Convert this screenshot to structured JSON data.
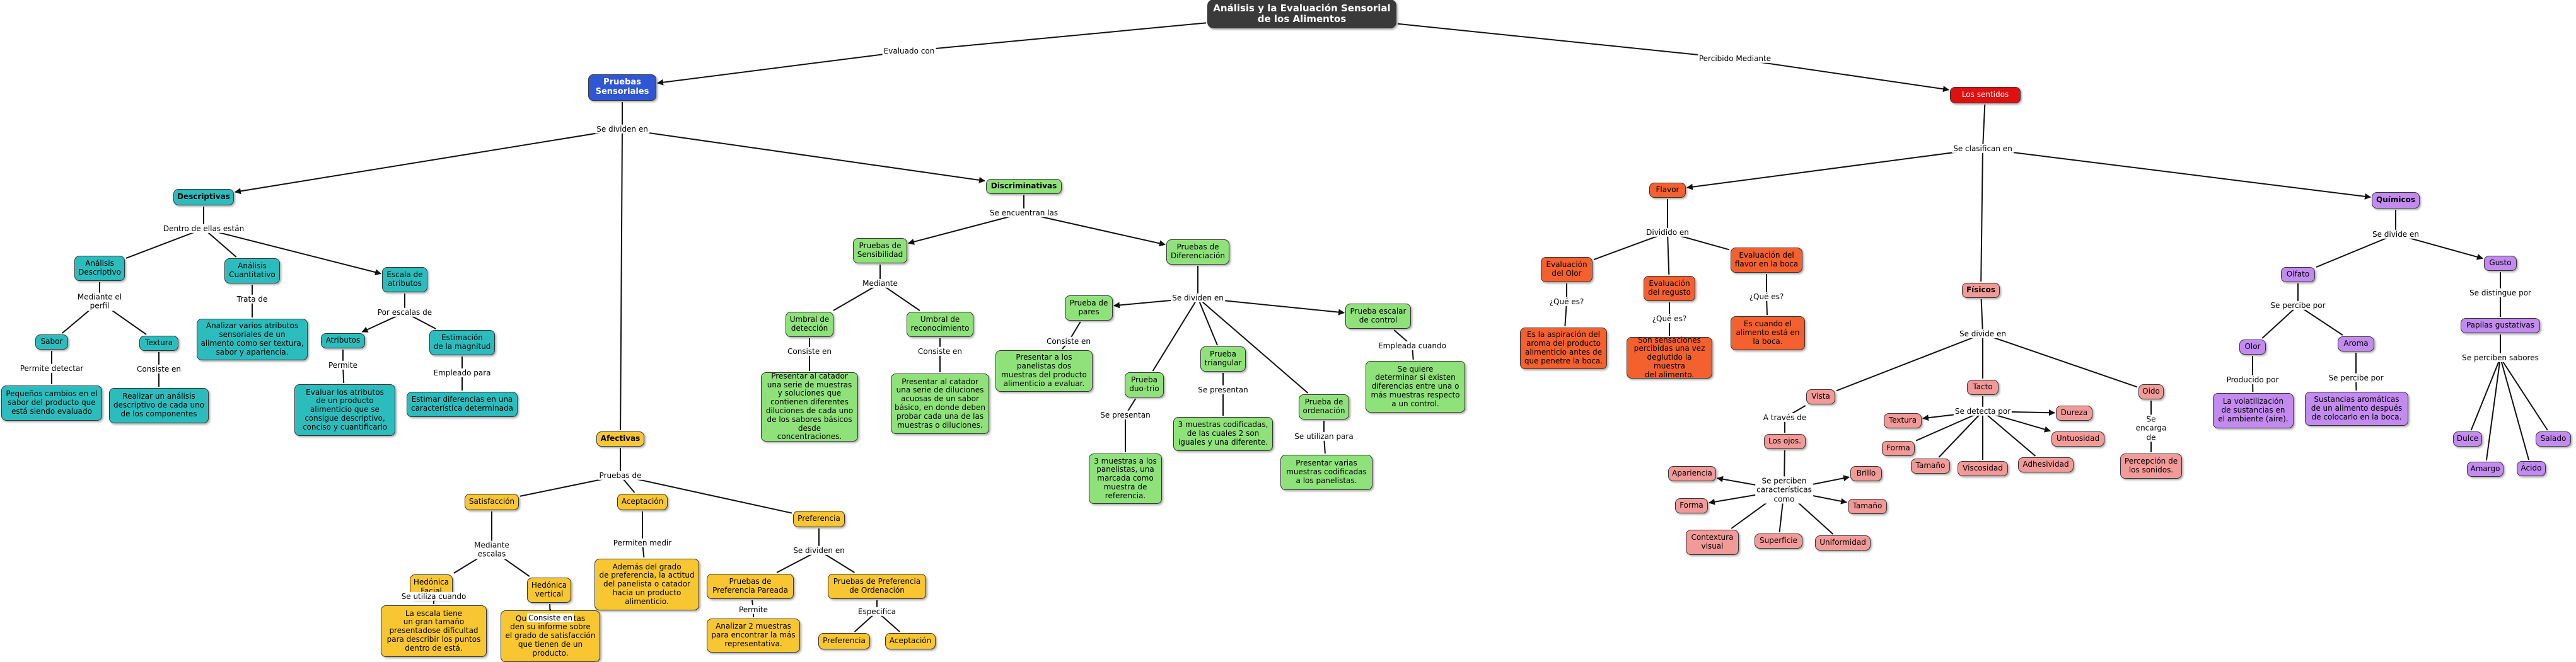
{
  "colors": {
    "root": "#3a3a3a",
    "sensoriales": "#2f56d4",
    "teal": "#2bbdbd",
    "green": "#8fe27a",
    "yellow": "#f7c630",
    "red": "#e01010",
    "orange": "#f4602e",
    "pink": "#f29a98",
    "purple": "#c38af0",
    "line": "#111111"
  },
  "nodes": {
    "root": "Análisis y la Evaluación Sensorial\nde los Alimentos",
    "pruebas_sensoriales": "Pruebas\nSensoriales",
    "los_sentidos": "Los sentidos",
    "descriptivas": "Descriptivas",
    "discriminativas": "Discriminativas",
    "afectivas": "Afectivas",
    "analisis_descriptivo": "Análisis\nDescriptivo",
    "analisis_cuantitativo": "Análisis\nCuantitativo",
    "escala_atributos": "Escala de\natributos",
    "sabor": "Sabor",
    "textura_desc": "Textura",
    "pequenos_cambios": "Pequeños cambios en el\nsabor del producto que\nestá siendo evaluado",
    "realizar_analisis": "Realizar un análisis\ndescriptivo de cada uno\nde los componentes",
    "analizar_varios": "Analizar varios atributos\nsensoriales de un\nalimento como ser textura,\nsabor y apariencia.",
    "atributos": "Atributos",
    "estimacion_magnitud": "Estimación\nde la magnitud",
    "evaluar_atributos": "Evaluar los atributos\nde un producto\nalimenticio que se\nconsigue descriptivo,\nconciso y cuantificarlo",
    "estimar_diferencias": "Estimar diferencias en una\ncaracterística determinada",
    "pruebas_sensibilidad": "Pruebas de\nSensibilidad",
    "pruebas_diferenciacion": "Pruebas de\nDiferenciación",
    "umbral_deteccion": "Umbral de\ndetección",
    "umbral_reconocimiento": "Umbral de\nreconocimiento",
    "presentar_catador_1": "Presentar al catador\nuna serie de muestras\ny soluciones que\ncontienen diferentes\ndiluciones de cada uno\nde los sabores básicos\ndesde concentraciones.",
    "presentar_catador_2": "Presentar al catador\nuna serie de diluciones\nacuosas de un sabor\nbásico, en donde deben\nprobar cada una de las\nmuestras o diluciones.",
    "prueba_pares": "Prueba de\npares",
    "prueba_duo_trio": "Prueba\nduo-trio",
    "prueba_triangular": "Prueba\ntriangular",
    "prueba_ordenacion": "Prueba de\nordenación",
    "prueba_escalar": "Prueba escalar\nde control",
    "presentar_panelistas": "Presentar a los\npanelistas dos\nmuestras del producto\nalimenticio a evaluar.",
    "tres_muestras_ref": "3 muestras a los\npanelistas, una\nmarcada como\nmuestra de\nreferencia.",
    "tres_muestras_cod": "3 muestras codificadas,\nde las cuales 2 son\niguales y una diferente.",
    "presentar_varias": "Presentar varias\nmuestras codificadas\na los panelistas.",
    "se_quiere": "Se quiere\ndeterminar si existen\ndiferencias entre una o\nmás muestras respecto\na un control.",
    "satisfaccion": "Satisfacción",
    "aceptacion": "Aceptación",
    "preferencia": "Preferencia",
    "hedonica_facial": "Hedónica\nFacial",
    "hedonica_vertical": "Hedónica\nvertical",
    "escala_tiene": "La escala tiene\nun gran tamaño\npresentadose dificultad\npara describir los puntos\ndentro de está.",
    "que_panelistas": "Que los panelistas\nden su informe sobre\nel grado de satisfacción\nque tienen de un\nproducto.",
    "ademas_grado": "Además del grado\nde preferencia, la actitud\ndel panelista o catador\nhacia un producto\nalimenticio.",
    "pref_pareada": "Pruebas de\nPreferencia Pareada",
    "pref_ordenacion": "Pruebas de Preferencia\nde Ordenación",
    "analizar_2": "Analizar 2 muestras\npara encontrar la más\nrepresentativa.",
    "preferencia_small": "Preferencia",
    "aceptacion_small": "Aceptación",
    "flavor": "Flavor",
    "fisicos": "Físicos",
    "quimicos": "Químicos",
    "eval_olor": "Evaluación\ndel Olor",
    "eval_regusto": "Evaluación\ndel regusto",
    "eval_flavor_boca": "Evaluación del\nflavor en la boca",
    "aspiracion": "Es la aspiración del\naroma del producto\nalimenticio antes de\nque penetre la boca.",
    "sensaciones": "Son sensaciones\npercibidas una vez\ndeglutido la muestra\ndel alimento.",
    "cuando_alimento": "Es cuando el\nalimento está en\nla boca.",
    "vista": "Vista",
    "tacto": "Tacto",
    "oido": "Oido",
    "los_ojos": "Los ojos.",
    "apariencia": "Apariencia",
    "forma_vista": "Forma",
    "contextura_visual": "Contextura\nvisual",
    "superficie": "Superficie",
    "uniformidad": "Uniformidad",
    "brillo": "Brillo",
    "tamano_vista": "Tamaño",
    "textura_tacto": "Textura",
    "forma_tacto": "Forma",
    "tamano_tacto": "Tamaño",
    "viscosidad": "Viscosidad",
    "adhesividad": "Adhesividad",
    "untuosidad": "Untuosidad",
    "dureza": "Dureza",
    "percepcion_sonidos": "Percepción de\nlos sonidos.",
    "olfato": "Olfato",
    "gusto": "Gusto",
    "olor": "Olor",
    "aroma": "Aroma",
    "volatilizacion": "La volatilización\nde sustancias en\nel ambiente (aire).",
    "sustancias_aromaticas": "Sustancias aromáticas\nde un alimento después\nde colocarlo en la boca.",
    "papilas": "Papilas gustativas",
    "dulce": "Dulce",
    "amargo": "Amargo",
    "acido": "Ácido",
    "salado": "Salado"
  },
  "labels": {
    "evaluado_con": "Evaluado con",
    "percibido_mediante": "Percibido Mediante",
    "se_dividen_en_1": "Se dividen en",
    "se_clasifican_en": "Se clasifican en",
    "dentro_de_ellas": "Dentro de ellas están",
    "mediante_perfil": "Mediante el\nperfil",
    "permite_detectar": "Permite detectar",
    "consiste_en_1": "Consiste en",
    "trata_de": "Trata de",
    "por_escalas_de": "Por escalas de",
    "permite_1": "Permite",
    "empleado_para": "Empleado para",
    "se_encuentran_las": "Se encuentran las",
    "mediante_1": "Mediante",
    "consiste_en_2": "Consiste en",
    "consiste_en_3": "Consiste en",
    "se_dividen_en_2": "Se dividen en",
    "consiste_en_4": "Consiste en",
    "se_presentan_1": "Se presentan",
    "se_presentan_2": "Se presentan",
    "se_utilizan_para": "Se utilizan para",
    "empleada_cuando": "Empleada cuando",
    "pruebas_de": "Pruebas de",
    "mediante_escalas": "Mediante\nescalas",
    "se_utiliza_cuando": "Se utiliza cuando",
    "consiste_en_5": "Consiste en",
    "permiten_medir": "Permiten medir",
    "se_dividen_en_3": "Se dividen en",
    "permite_2": "Permite",
    "especifica": "Especifica",
    "dividido_en": "Dividido en",
    "que_es_1": "¿Qué es?",
    "que_es_2": "¿Qué es?",
    "que_es_3": "¿Qué es?",
    "se_divide_en": "Se divide en",
    "a_traves_de": "A través de",
    "se_perciben_caract": "Se perciben\ncaracterísticas\ncomo",
    "se_detecta_por": "Se detecta por",
    "se_encarga_de": "Se\nencarga\nde",
    "se_divide_en_q": "Se divide en",
    "se_percibe_por_1": "Se percibe por",
    "se_distingue_por": "Se distingue por",
    "producido_por": "Producido por",
    "se_percibe_por_2": "Se percibe por",
    "se_perciben_sabores": "Se perciben sabores"
  }
}
